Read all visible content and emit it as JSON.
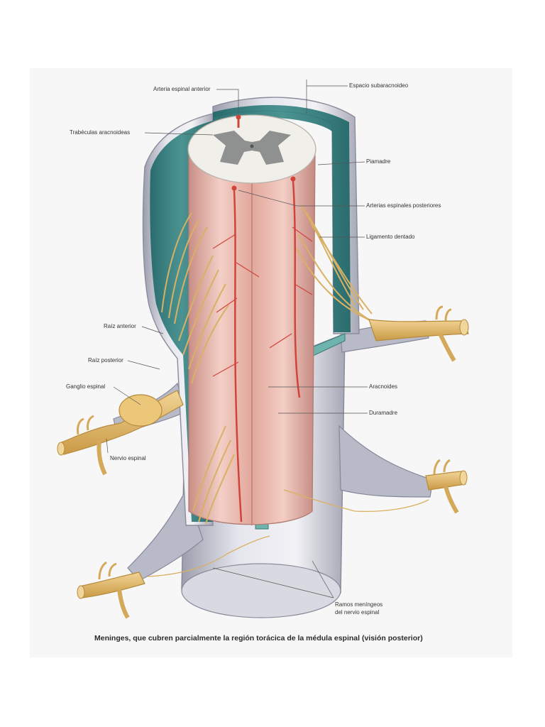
{
  "labels": {
    "arteria_espinal_anterior": "Arteria espinal anterior",
    "espacio_subaracnoideo": "Espacio subaracnoideo",
    "trabeculas_aracnoideas": "Trabéculas aracnoideas",
    "piamadre": "Piamadre",
    "arterias_espinales_posteriores": "Arterias espinales posteriores",
    "ligamento_dentado": "Ligamento dentado",
    "raiz_anterior": "Raíz anterior",
    "raiz_posterior": "Raíz posterior",
    "ganglio_espinal": "Ganglio espinal",
    "nervio_espinal": "Nervio espinal",
    "aracnoides": "Aracnoides",
    "duramadre": "Duramadre",
    "ramos_meningeos_1": "Ramos meníngeos",
    "ramos_meningeos_2": "del nervio espinal"
  },
  "caption": "Meninges, que cubren parcialmente la región torácica de la médula espinal (visión posterior)",
  "colors": {
    "dura": "#cfd0d8",
    "arachnoid_space": "#2f7f7e",
    "cord": "#e8b7ad",
    "artery": "#d0443a",
    "nerve": "#e8c47a",
    "white_matter": "#f1efe9",
    "gray_matter": "#8f9090"
  }
}
